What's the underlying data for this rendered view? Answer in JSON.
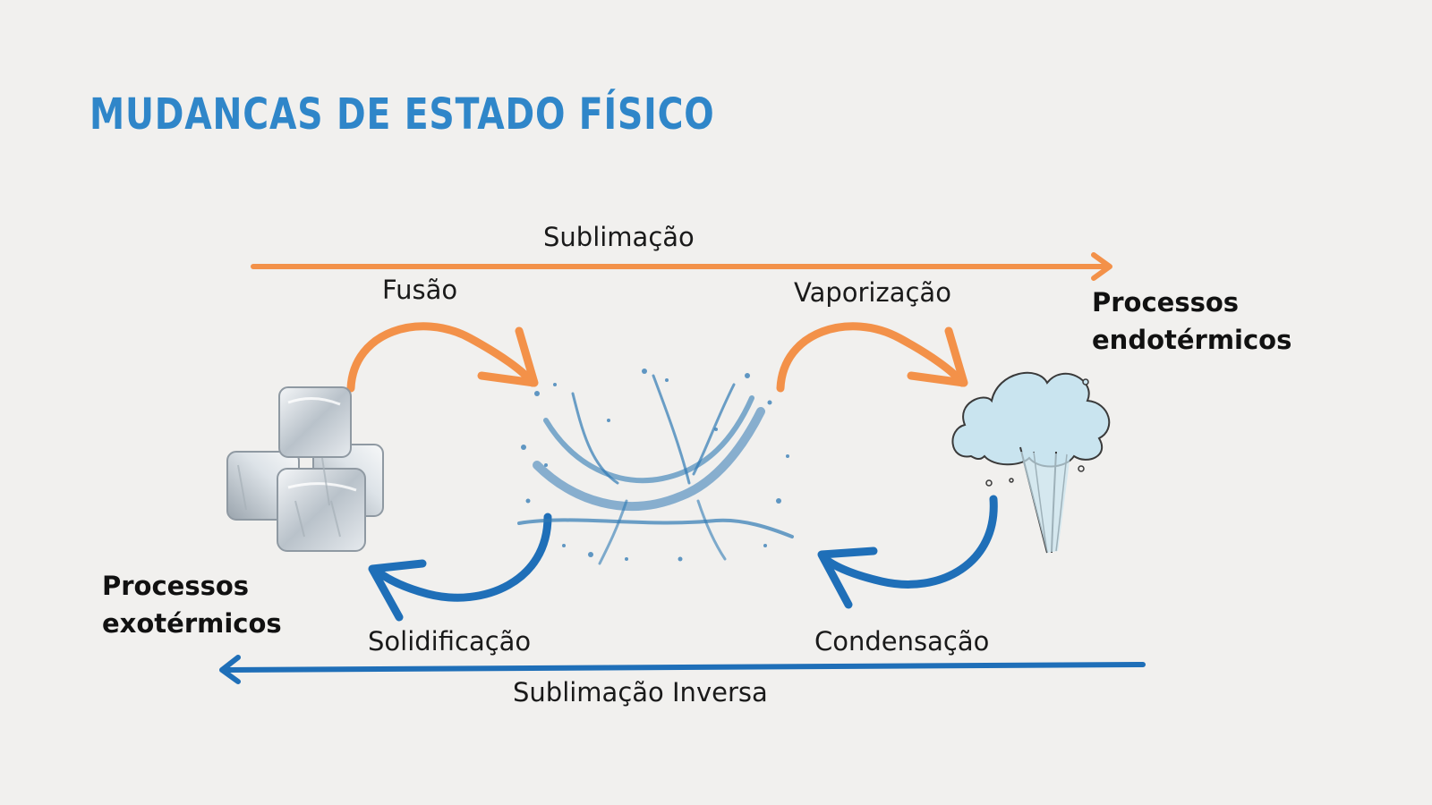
{
  "title": "MUDANCAS DE ESTADO FÍSICO",
  "labels": {
    "sublimation": "Sublimação",
    "fusion": "Fusão",
    "vaporization": "Vaporização",
    "solidification": "Solidificação",
    "condensation": "Condensação",
    "inverse_sublimation": "Sublimação Inversa"
  },
  "groups": {
    "endothermic": {
      "line1": "Processos",
      "line2": "endotérmicos"
    },
    "exothermic": {
      "line1": "Processos",
      "line2": "exotérmicos"
    }
  },
  "states": [
    {
      "name": "ice-cubes",
      "icon": "ice-cubes-icon"
    },
    {
      "name": "water-splash",
      "icon": "water-splash-icon"
    },
    {
      "name": "steam-cloud",
      "icon": "steam-cloud-icon"
    }
  ],
  "colors": {
    "title": "#2f86c9",
    "endothermic_arrow": "#f39149",
    "exothermic_arrow": "#1f6fb8",
    "background": "#f1f0ee"
  }
}
